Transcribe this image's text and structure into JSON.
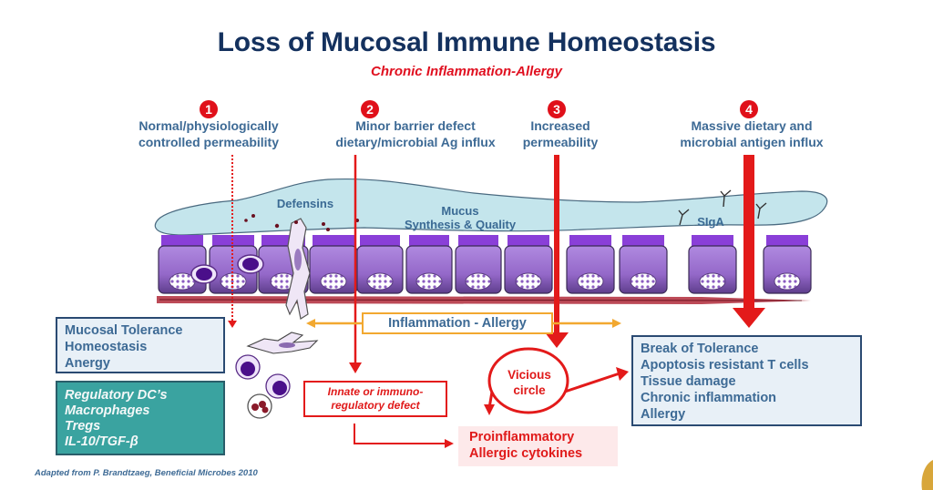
{
  "title": "Loss of Mucosal Immune Homeostasis",
  "subtitle": "Chronic Inflammation-Allergy",
  "stages": [
    {
      "number": "1",
      "line1": "Normal/physiologically",
      "line2": "controlled permeability"
    },
    {
      "number": "2",
      "line1": "Minor barrier defect",
      "line2": "dietary/microbial Ag influx"
    },
    {
      "number": "3",
      "line1": "Increased",
      "line2": "permeability"
    },
    {
      "number": "4",
      "line1": "Massive dietary and",
      "line2": "microbial antigen influx"
    }
  ],
  "mucus_layer": {
    "defensins": "Defensins",
    "mucus_line1": "Mucus",
    "mucus_line2": "Synthesis & Quality",
    "siga": "SIgA"
  },
  "inflammation_bar": "Inflammation - Allergy",
  "tolerance_box": [
    "Mucosal Tolerance",
    "Homeostasis",
    "Anergy"
  ],
  "regulatory_box": [
    "Regulatory DC’s",
    "Macrophages",
    "Tregs",
    "IL-10/TGF-β"
  ],
  "defect_box": [
    "Innate or immuno-",
    "regulatory defect"
  ],
  "vicious_circle": [
    "Vicious",
    "circle"
  ],
  "cytokines_box": [
    "Proinflammatory",
    "Allergic cytokines"
  ],
  "outcome_box": [
    "Break of Tolerance",
    "Apoptosis resistant T cells",
    "Tissue damage",
    "Chronic inflammation",
    "Allergy"
  ],
  "credit": "Adapted from P. Brandtzaeg, Beneficial Microbes 2010",
  "colors": {
    "title": "#14315e",
    "accent_red": "#e0101a",
    "label_blue": "#3d6a95",
    "teal": "#3aa3a0",
    "orange": "#f2a830",
    "cell_purple": "#9d6fd0",
    "mucus": "#bfe3ea"
  }
}
